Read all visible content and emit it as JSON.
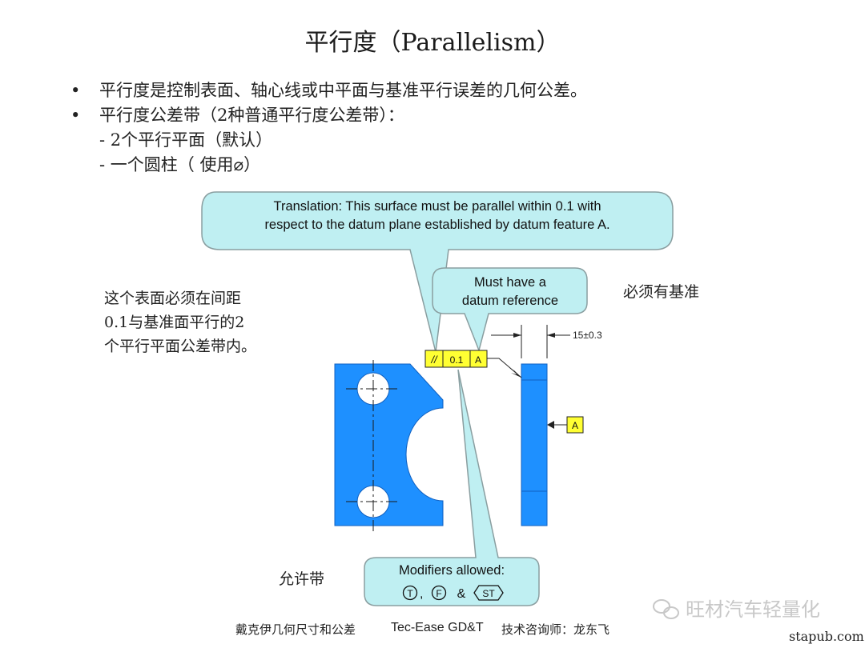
{
  "title": "平行度（Parallelism）",
  "bullets": [
    "平行度是控制表面、轴心线或中平面与基准平行误差的几何公差。",
    "平行度公差带（2种普通平行度公差带）："
  ],
  "sub_items": [
    "- 2个平行平面（默认）",
    "- 一个圆柱（ 使用⌀）"
  ],
  "notes": {
    "left": [
      "这个表面必须在间距",
      "0.1与基准面平行的2",
      "个平行平面公差带内。"
    ],
    "datum_required": "必须有基准",
    "allowed_zone": "允许带"
  },
  "callouts": {
    "translation_line1": "Translation:  This surface must be parallel within 0.1 with",
    "translation_line2": "respect to the datum plane established by datum feature A.",
    "datum_line1": "Must have a",
    "datum_line2": "datum reference",
    "modifiers_title": "Modifiers allowed:",
    "modifier_t": "T",
    "modifier_f": "F",
    "modifier_amp": "&",
    "modifier_st": "ST",
    "modifier_comma": ","
  },
  "fcf": {
    "symbol": "//",
    "tolerance": "0.1",
    "datum": "A"
  },
  "dimension": "15±0.3",
  "datum_label": "A",
  "footer": {
    "left": "戴克伊几何尺寸和公差",
    "center": "Tec-Ease GD&T",
    "right": "技术咨询师：龙东飞"
  },
  "watermark": "旺材汽车轻量化",
  "site": "stapub.com",
  "colors": {
    "part": "#1e90ff",
    "callout": "#bfeff2",
    "fcf": "#ffff33"
  }
}
